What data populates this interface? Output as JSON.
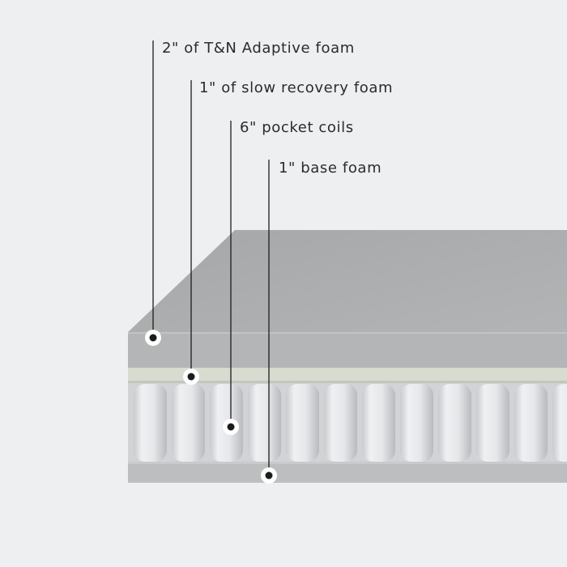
{
  "layers": [
    {
      "label": "2\" of T&N Adaptive foam"
    },
    {
      "label": "1\" of slow recovery foam"
    },
    {
      "label": "6\" pocket coils"
    },
    {
      "label": "1\" base foam"
    }
  ],
  "colors": {
    "background": "#eeeff0",
    "top_foam": "#a9aaab",
    "top_foam_face": "#b4b5b6",
    "slow_recovery_foam": "#d8dbd0",
    "pocket_coils": "#e9eaec",
    "base_foam": "#bdbebf",
    "callout_line": "#1c1c1c"
  },
  "icons": [
    "callout-marker-icon"
  ]
}
